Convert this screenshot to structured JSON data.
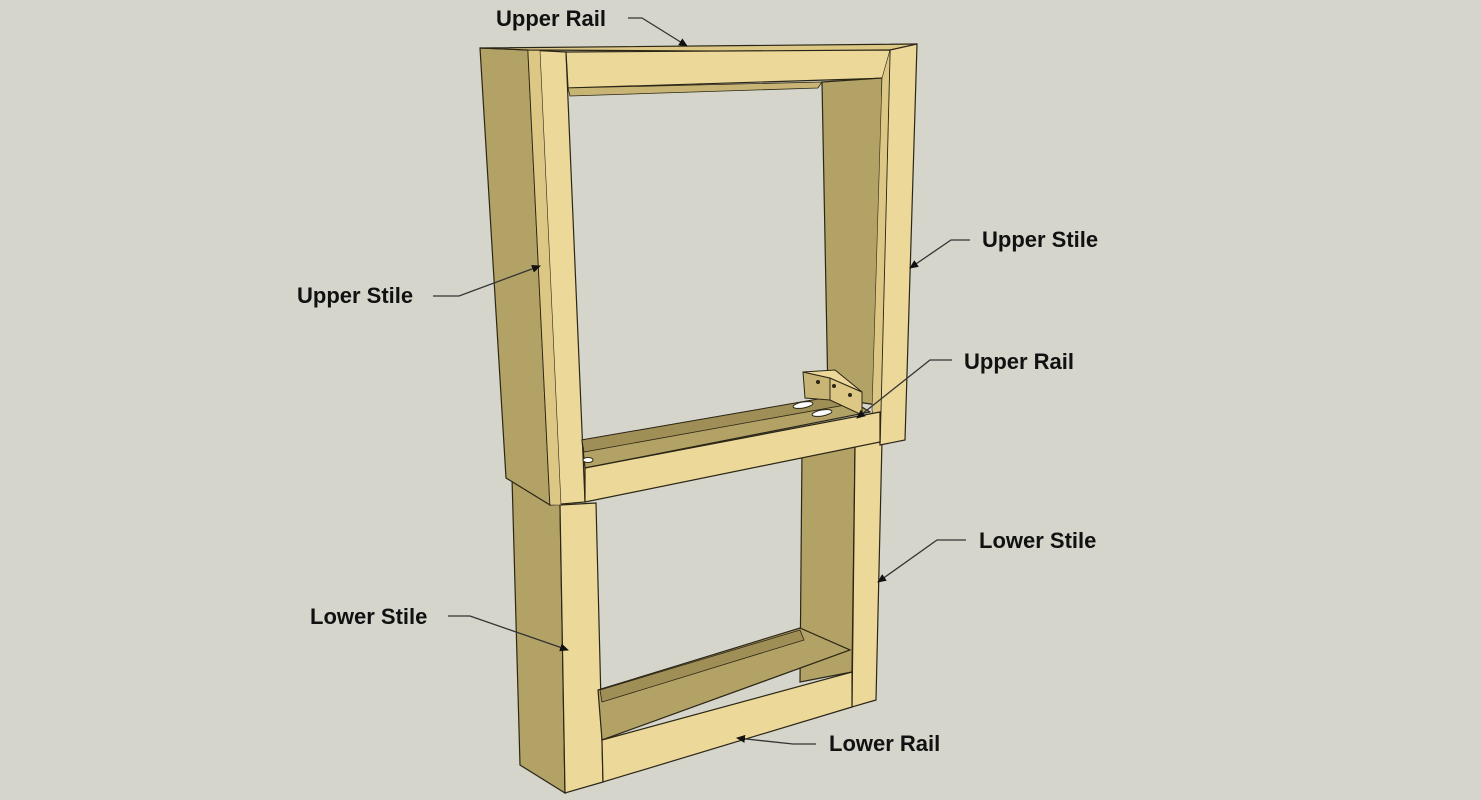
{
  "labels": {
    "upper_rail_top": "Upper Rail",
    "upper_stile_left": "Upper Stile",
    "upper_stile_right": "Upper Stile",
    "upper_rail_mid": "Upper Rail",
    "lower_stile_right": "Lower Stile",
    "lower_stile_left": "Lower Stile",
    "lower_rail": "Lower Rail"
  },
  "colors": {
    "background": "#d5d5cc",
    "wood_light": "#ecd99a",
    "wood_mid": "#dcc785",
    "wood_dark": "#b3a266",
    "wood_shadow": "#9f8f57",
    "edge": "#2b2616",
    "leader": "#333333"
  }
}
